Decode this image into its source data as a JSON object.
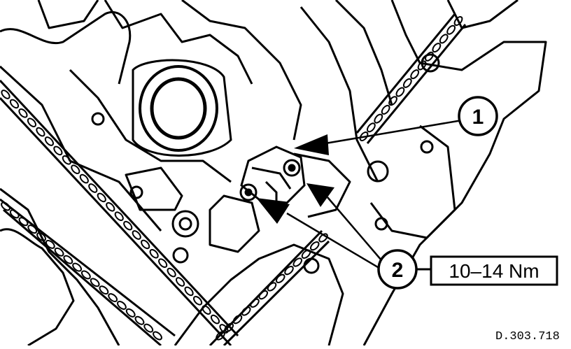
{
  "callouts": [
    {
      "id": "1",
      "label": "1"
    },
    {
      "id": "2",
      "label": "2"
    }
  ],
  "torque_spec": "10–14 Nm",
  "drawing_reference": "D.303.718",
  "colors": {
    "ink": "#000000",
    "paper": "#ffffff"
  }
}
